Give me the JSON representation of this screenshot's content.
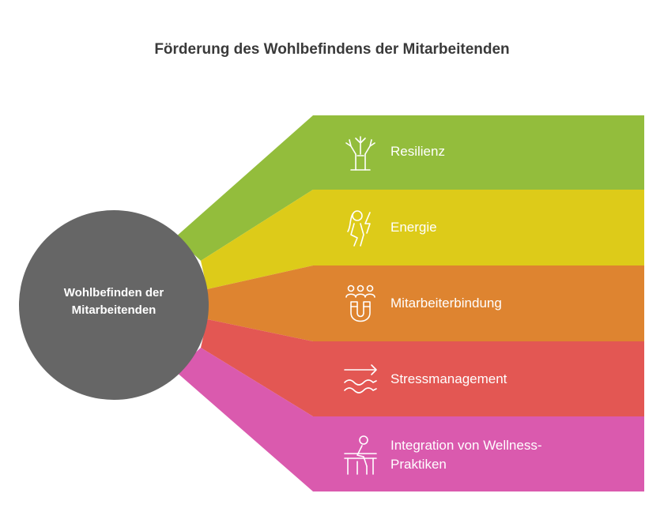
{
  "title": "Förderung des Wohlbefindens der Mitarbeitenden",
  "hub": {
    "line1": "Wohlbefinden der",
    "line2": "Mitarbeitenden",
    "color": "#666666"
  },
  "bands": [
    {
      "label": "Resilienz",
      "label2": "",
      "icon": "tree-icon",
      "color": "#93BD3C"
    },
    {
      "label": "Energie",
      "label2": "",
      "icon": "lightning-person-icon",
      "color": "#DDCB19"
    },
    {
      "label": "Mitarbeiterbindung",
      "label2": "",
      "icon": "magnet-people-icon",
      "color": "#DE8430"
    },
    {
      "label": "Stressmanagement",
      "label2": "",
      "icon": "waves-arrow-icon",
      "color": "#E35753"
    },
    {
      "label": "Integration von Wellness-",
      "label2": "Praktiken",
      "icon": "person-desk-icon",
      "color": "#DA5AAE"
    }
  ]
}
